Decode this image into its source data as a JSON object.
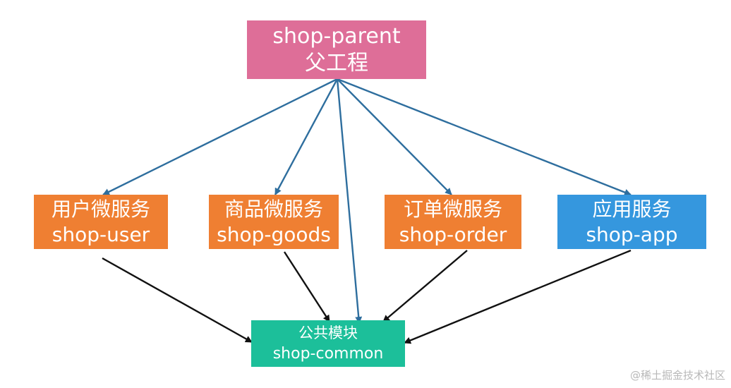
{
  "colors": {
    "parent": "#de6e98",
    "service": "#ef7f32",
    "app": "#3597de",
    "common": "#1cbf9a",
    "arrow_blue": "#2e6e9e",
    "arrow_black": "#111111"
  },
  "nodes": {
    "parent": {
      "line1": "shop-parent",
      "line2": "父工程"
    },
    "user": {
      "line1": "用户微服务",
      "line2": "shop-user"
    },
    "goods": {
      "line1": "商品微服务",
      "line2": "shop-goods"
    },
    "order": {
      "line1": "订单微服务",
      "line2": "shop-order"
    },
    "app": {
      "line1": "应用服务",
      "line2": "shop-app"
    },
    "common": {
      "line1": "公共模块",
      "line2": "shop-common"
    }
  },
  "edges": [
    {
      "from": "parent",
      "to": "user",
      "kind": "blue"
    },
    {
      "from": "parent",
      "to": "goods",
      "kind": "blue"
    },
    {
      "from": "parent",
      "to": "common",
      "kind": "blue"
    },
    {
      "from": "parent",
      "to": "order",
      "kind": "blue"
    },
    {
      "from": "parent",
      "to": "app",
      "kind": "blue"
    },
    {
      "from": "user",
      "to": "common",
      "kind": "black"
    },
    {
      "from": "goods",
      "to": "common",
      "kind": "black"
    },
    {
      "from": "order",
      "to": "common",
      "kind": "black"
    },
    {
      "from": "app",
      "to": "common",
      "kind": "black"
    }
  ],
  "watermark": "@稀土掘金技术社区"
}
